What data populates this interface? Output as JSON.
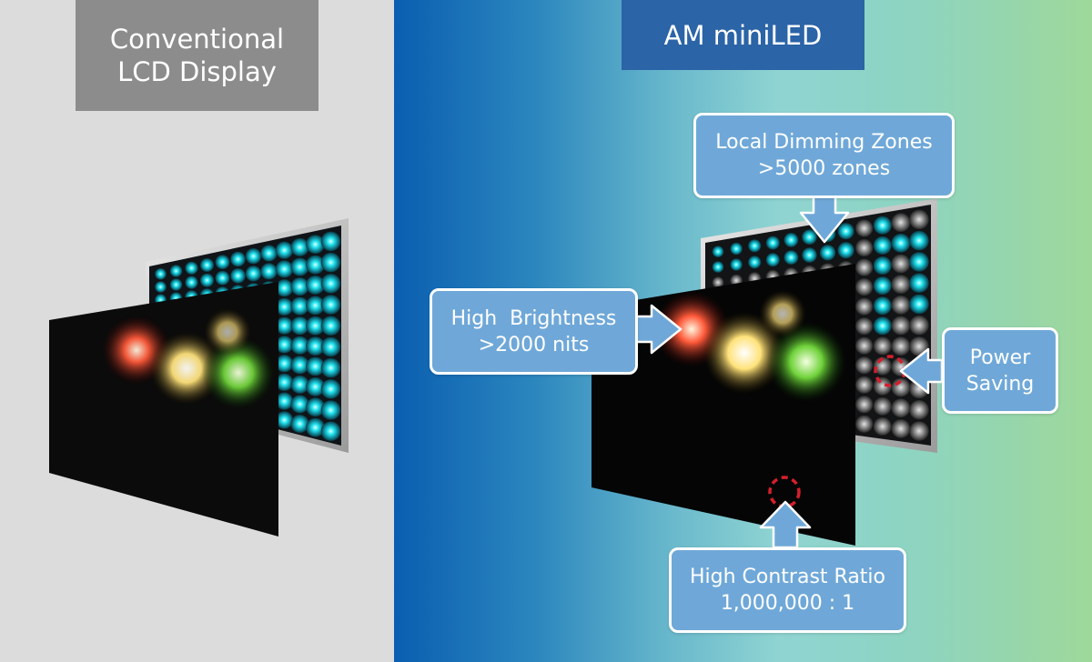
{
  "left": {
    "title_line1": "Conventional",
    "title_line2": "LCD Display"
  },
  "right": {
    "title": "AM miniLED",
    "callouts": {
      "dimming": {
        "line1": "Local Dimming Zones",
        "line2": ">5000 zones"
      },
      "brightness": {
        "line1": "High  Brightness",
        "line2": ">2000 nits"
      },
      "power": {
        "line1": "Power",
        "line2": "Saving"
      },
      "contrast": {
        "line1": "High Contrast Ratio",
        "line2": "1,000,000 : 1"
      }
    }
  },
  "colors": {
    "left_bg": "#dcdcdc",
    "left_title_bg": "#8c8c8c",
    "right_title_bg": "#2b64a7",
    "callout_bg": "#6fa8d8",
    "led_on": "#22e4ef",
    "led_off": "#9a9a9a",
    "highlight_ring": "#d41f2c"
  },
  "icons": [
    "fireworks-image",
    "led-backlight-grid",
    "callout-arrow",
    "dashed-circle-marker"
  ]
}
